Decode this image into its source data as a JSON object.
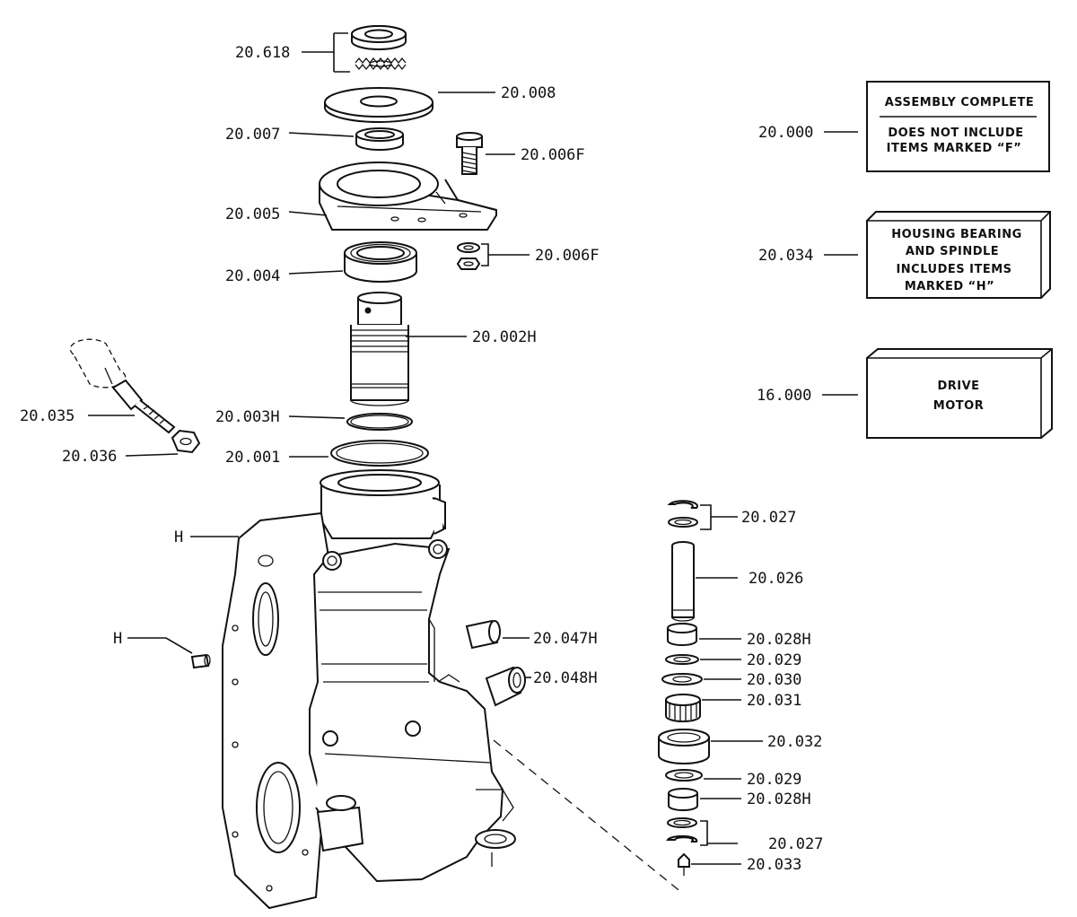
{
  "labels": {
    "p20_618": "20.618",
    "p20_008": "20.008",
    "p20_007": "20.007",
    "p20_006F_a": "20.006F",
    "p20_005": "20.005",
    "p20_004": "20.004",
    "p20_006F_b": "20.006F",
    "p20_002H": "20.002H",
    "p20_035": "20.035",
    "p20_003H": "20.003H",
    "p20_036": "20.036",
    "p20_001": "20.001",
    "h_top": "H",
    "h_side": "H",
    "p20_047H": "20.047H",
    "p20_048H": "20.048H",
    "p20_027_top": "20.027",
    "p20_026": "20.026",
    "p20_028H_top": "20.028H",
    "p20_029_top": "20.029",
    "p20_030": "20.030",
    "p20_031": "20.031",
    "p20_032": "20.032",
    "p20_029_bot": "20.029",
    "p20_028H_bot": "20.028H",
    "p20_027_bot": "20.027",
    "p20_033": "20.033",
    "p20_000": "20.000",
    "p20_034": "20.034",
    "p16_000": "16.000"
  },
  "boxes": {
    "assembly": {
      "line1": "ASSEMBLY COMPLETE",
      "line2": "DOES NOT INCLUDE",
      "line3": "ITEMS MARKED “F”"
    },
    "housing": {
      "line1": "HOUSING BEARING",
      "line2": "AND SPINDLE",
      "line3": "INCLUDES ITEMS",
      "line4": "MARKED “H”"
    },
    "drive": {
      "line1": "DRIVE",
      "line2": "MOTOR"
    }
  }
}
